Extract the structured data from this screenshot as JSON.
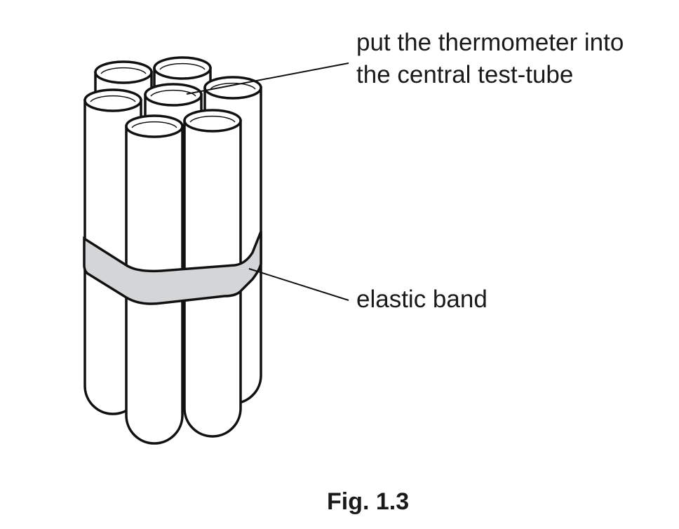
{
  "labels": {
    "thermometer_line1": "put the thermometer into",
    "thermometer_line2": "the central test-tube",
    "band": "elastic band"
  },
  "caption": "Fig. 1.3",
  "colors": {
    "band": "#d4d5d7",
    "stroke": "#111111"
  }
}
